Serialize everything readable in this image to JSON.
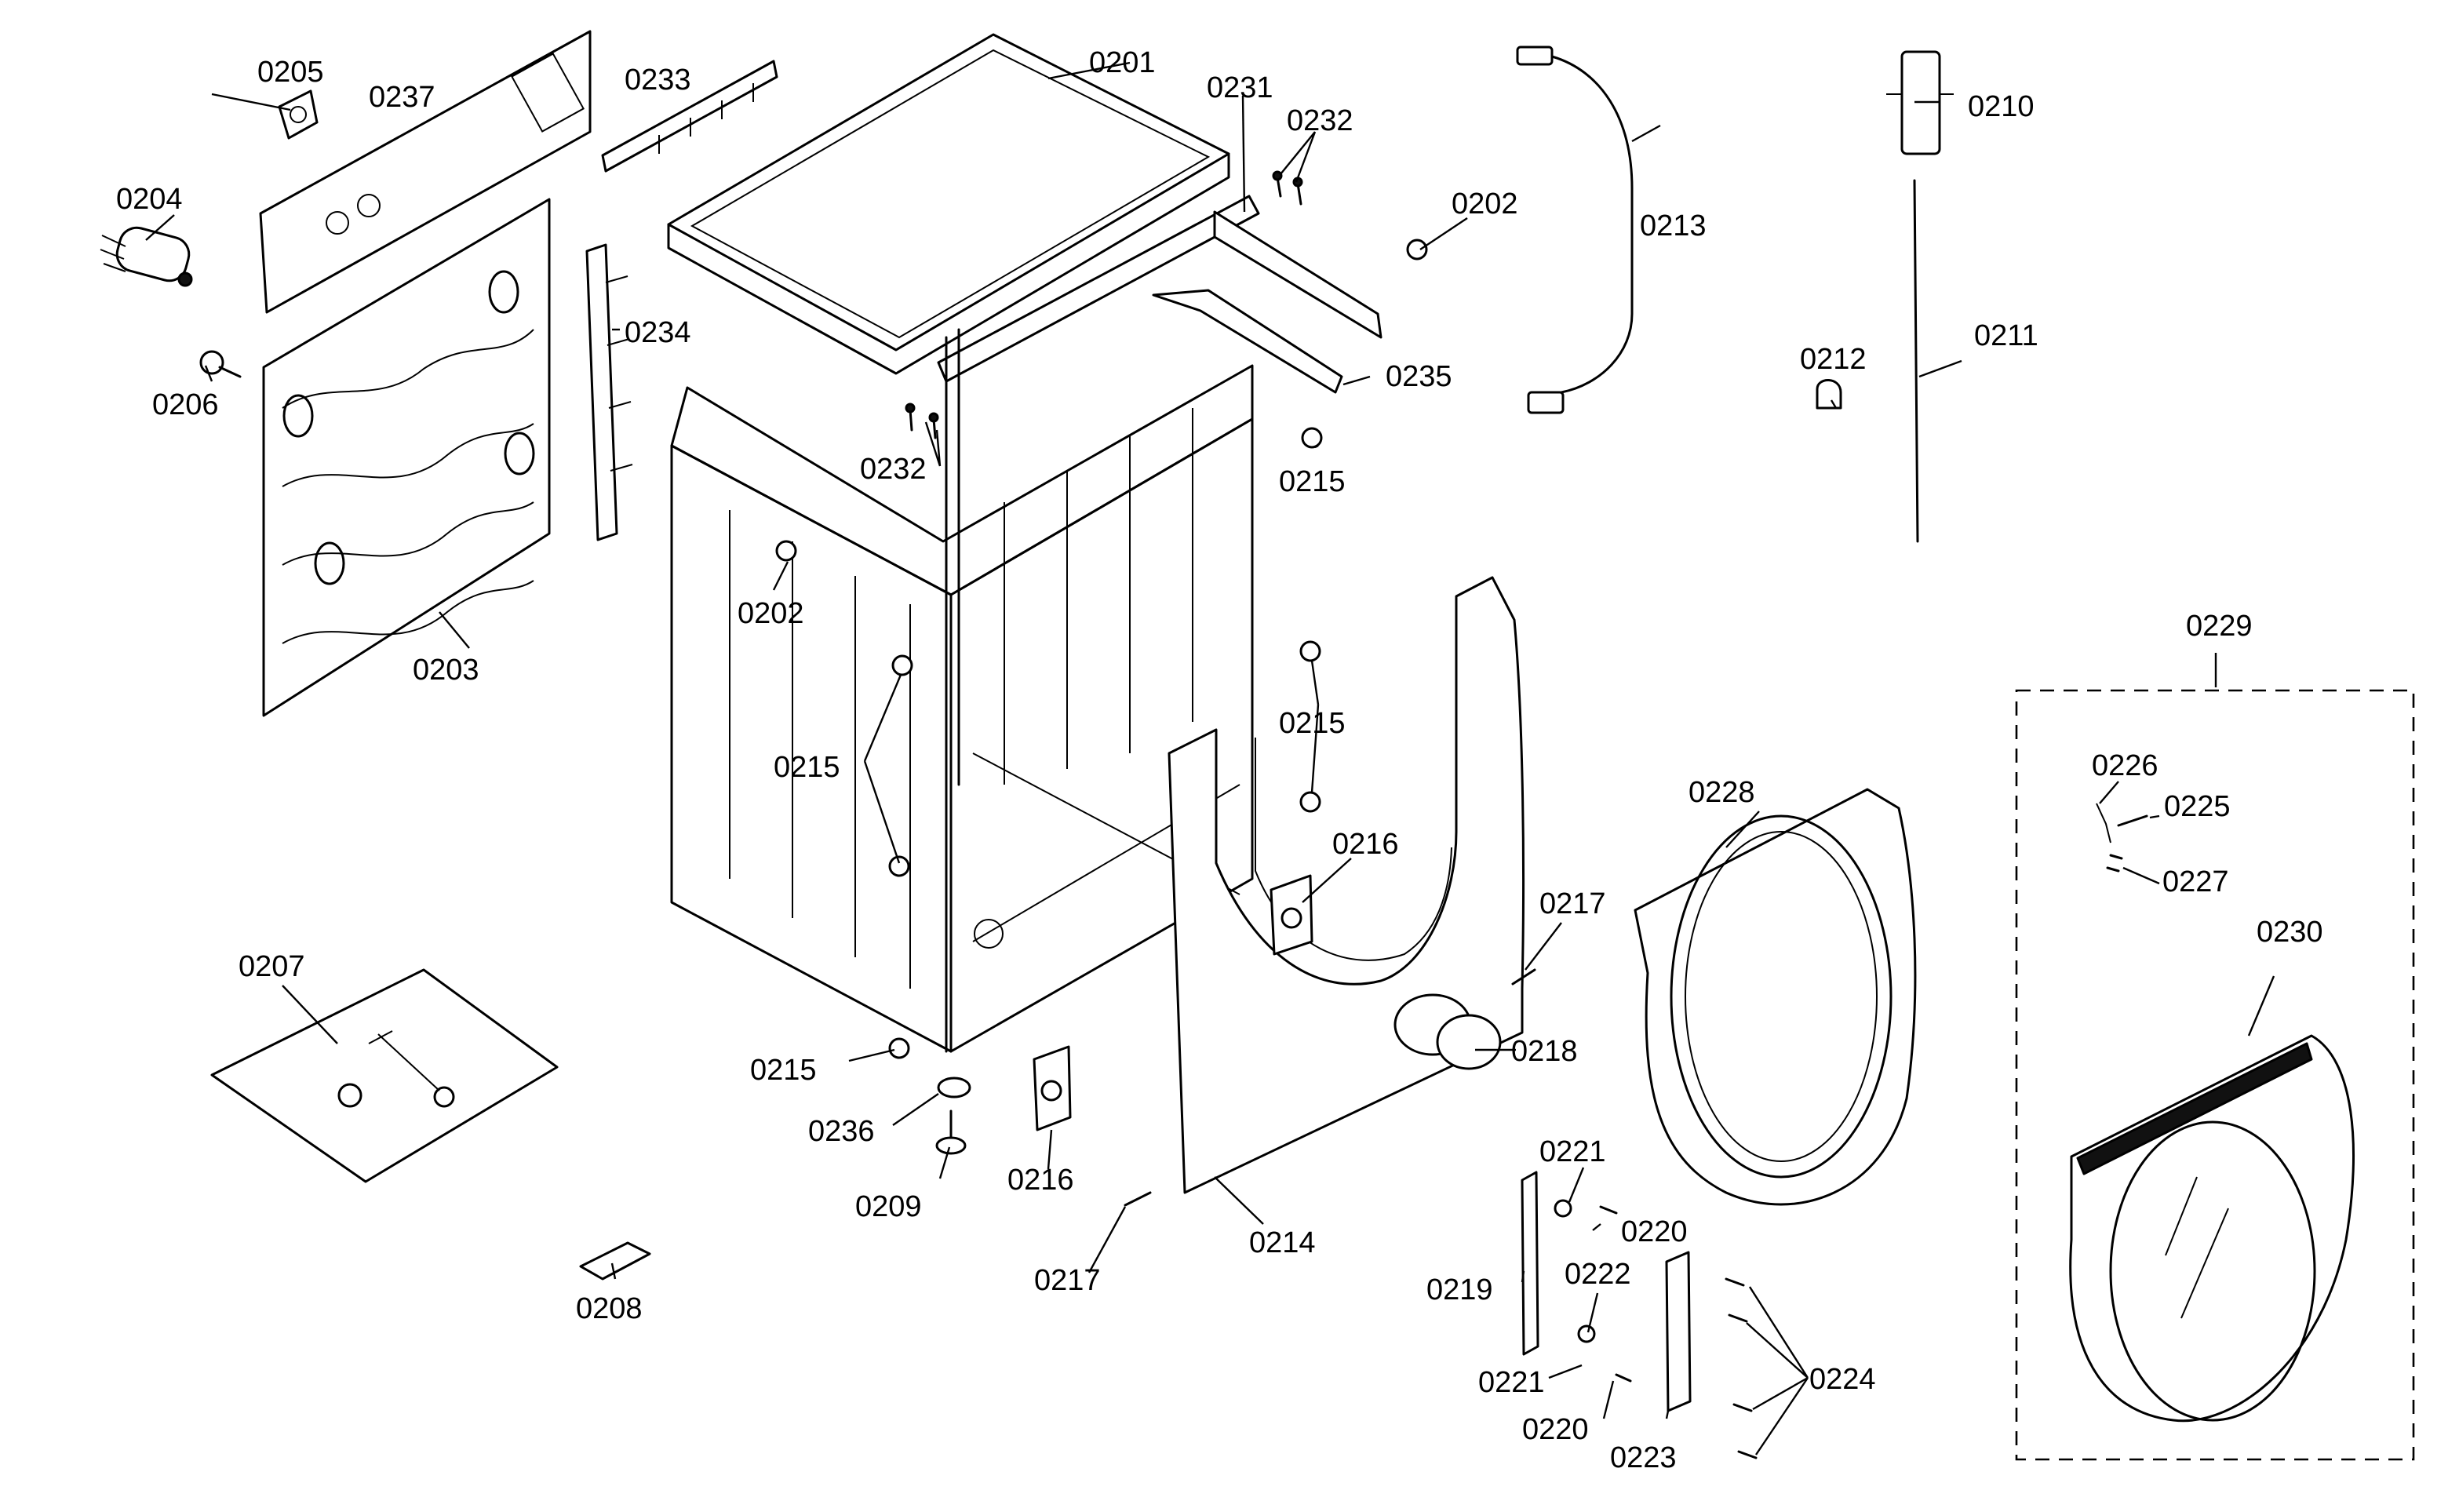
{
  "callouts": {
    "c0201": "0201",
    "c0202a": "0202",
    "c0202b": "0202",
    "c0203": "0203",
    "c0204": "0204",
    "c0205": "0205",
    "c0206": "0206",
    "c0207": "0207",
    "c0208": "0208",
    "c0209": "0209",
    "c0210": "0210",
    "c0211": "0211",
    "c0212": "0212",
    "c0213": "0213",
    "c0214": "0214",
    "c0215a": "0215",
    "c0215b": "0215",
    "c0215c": "0215",
    "c0215d": "0215",
    "c0216a": "0216",
    "c0216b": "0216",
    "c0217a": "0217",
    "c0217b": "0217",
    "c0218": "0218",
    "c0219": "0219",
    "c0220a": "0220",
    "c0220b": "0220",
    "c0221a": "0221",
    "c0221b": "0221",
    "c0222": "0222",
    "c0223": "0223",
    "c0224": "0224",
    "c0225": "0225",
    "c0226": "0226",
    "c0227": "0227",
    "c0228": "0228",
    "c0229": "0229",
    "c0230": "0230",
    "c0231": "0231",
    "c0232a": "0232",
    "c0232b": "0232",
    "c0233": "0233",
    "c0234": "0234",
    "c0235": "0235",
    "c0236": "0236",
    "c0237": "0237"
  }
}
